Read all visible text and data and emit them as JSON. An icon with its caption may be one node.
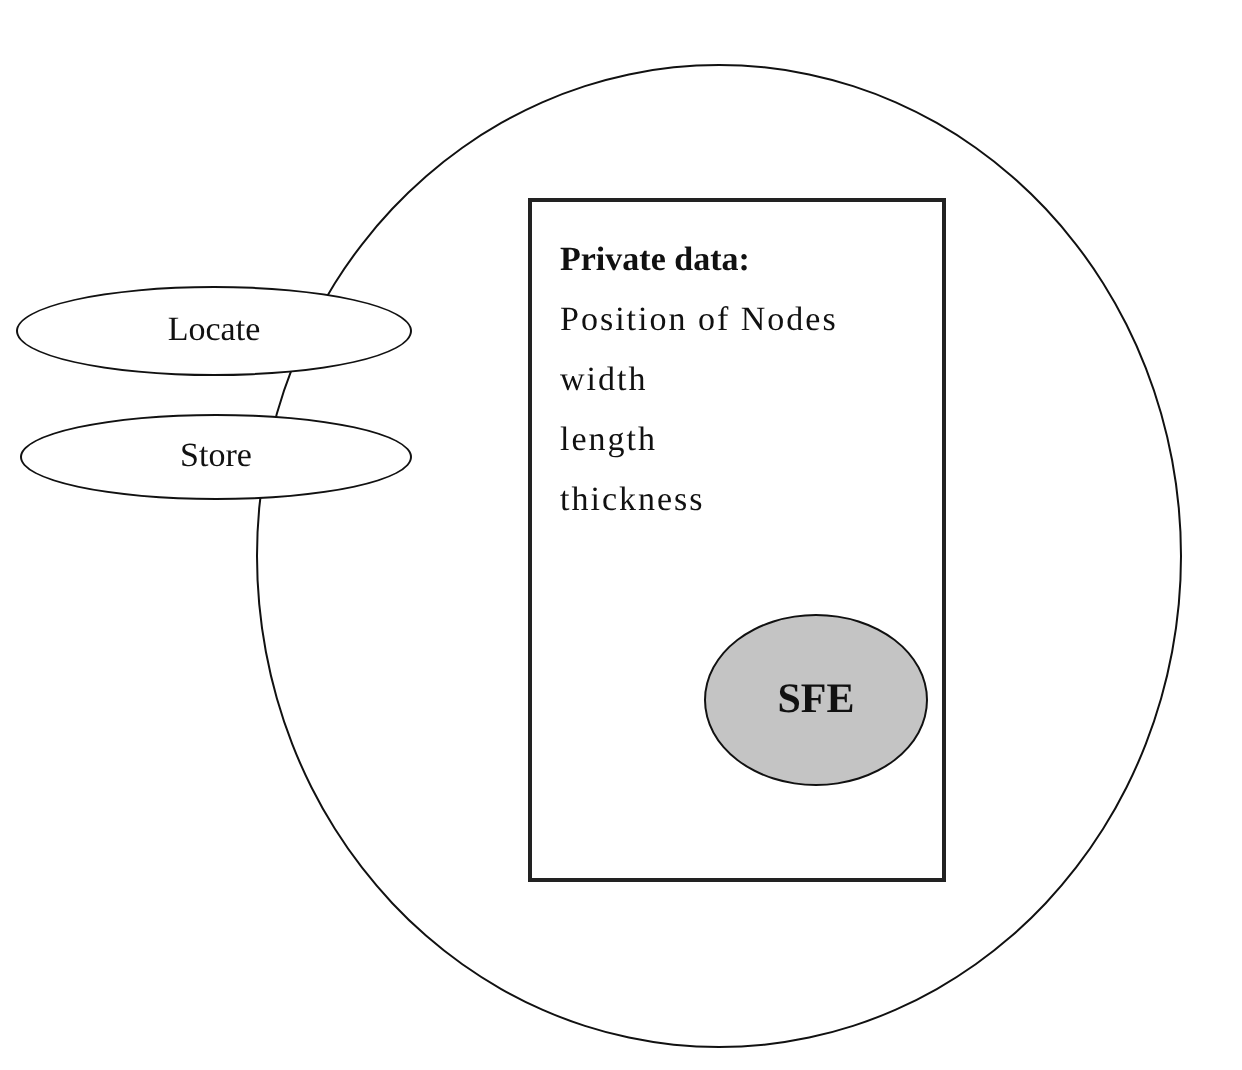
{
  "diagram": {
    "nodes": [
      {
        "text": [],
        "shape": "circle"
      },
      {
        "text": [
          "Locate"
        ]
      },
      {
        "text": [
          "Store"
        ]
      },
      {
        "text": [
          "Private data:",
          "Position of Nodes",
          "width",
          "length",
          "thickness"
        ],
        "in": 0
      },
      {
        "text": [
          "SFE"
        ],
        "in": 3
      }
    ]
  }
}
